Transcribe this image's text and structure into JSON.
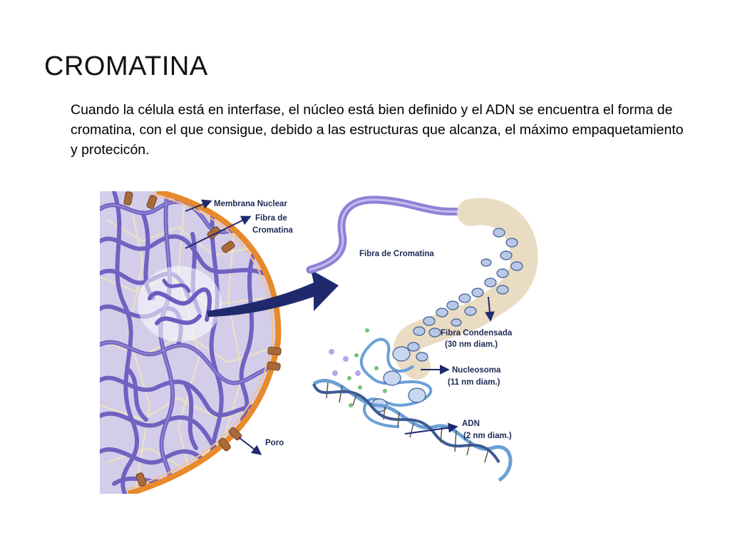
{
  "slide": {
    "title": "CROMATINA",
    "paragraph": "Cuando la célula está en interfase, el núcleo está bien definido y el ADN se encuentra el forma de cromatina, con el que consigue, debido a las estructuras que alcanza, el máximo empaquetamiento y protecicón."
  },
  "figure": {
    "labels": {
      "membrana_nuclear": "Membrana Nuclear",
      "fibra_de_line1": "Fibra de",
      "fibra_de_line2": "Cromatina",
      "fibra_de_cromatina": "Fibra de Cromatina",
      "fibra_condensada": "Fibra Condensada",
      "fibra_condensada_diam": "(30 nm diam.)",
      "nucleosoma": "Nucleosoma",
      "nucleosoma_diam": "(11 nm diam.)",
      "adn": "ADN",
      "adn_diam": "(2 nm diam.)",
      "poro": "Poro"
    },
    "colors": {
      "nucleus_fill": "#cfc6ea",
      "chromatin_strand": "#6b5cbf",
      "membrane": "#e8892a",
      "pore": "#a86a3c",
      "arrow": "#1f2a6e",
      "fiber": "#8f80d6",
      "condensed": "#e9dcc2",
      "dna": "#6aa0d6"
    }
  }
}
